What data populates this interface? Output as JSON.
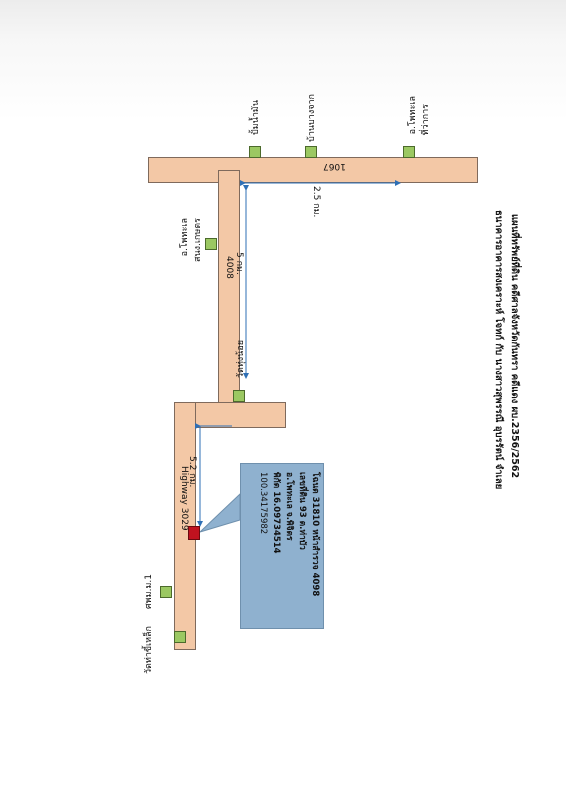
{
  "map": {
    "title_line1": "แผนที่ทรัพย์ที่ดิน  คดีศาลจังหวัดกันทรา  คดีแดง ผบ.2356/2562",
    "title_line2": "ธนาคารอาคารสงเคราะห์  โจทก์  กับ  นางสาวสุพรรณี  อุบรรัตน์  จำเลย",
    "roads": {
      "road_1067": "1067",
      "road_4008": "4008",
      "highway": "Highway 3029"
    },
    "distances": {
      "d1": "2.5 กม.",
      "d2": "5 กม.",
      "d3": "5.2 กม."
    },
    "places": {
      "district_office": "ที่ว่าการ",
      "district_office_sub": "อ.โพทะเล",
      "ban_nang_chak": "บ้านบางจาก",
      "ban_pak_chip": "ปั้มน้ำมัน",
      "kaset_office": "สนง.เกษตร",
      "kaset_office_sub": "อ.โพทะเล",
      "wat_thung_noi": "วัดทุ่งน้อย",
      "moo_1": "ศพม.ม.1",
      "wat_thap_khlo": "วัดท่าขี้เหล็ก"
    },
    "property_info": {
      "line1": "โฉนด 31810 หน้าสำรวจ 4098",
      "line2": "เลขที่ดิน 93 ต.ท่าบัว",
      "line3": "อ.โพทะเล จ.พิจิตร",
      "line4": "พิกัด 16.09734514",
      "line5": "100.34175982"
    },
    "colors": {
      "road": "#f3c8a6",
      "landmark": "#9bc862",
      "property": "#c1121f",
      "callout": "#8fb1cf"
    }
  }
}
